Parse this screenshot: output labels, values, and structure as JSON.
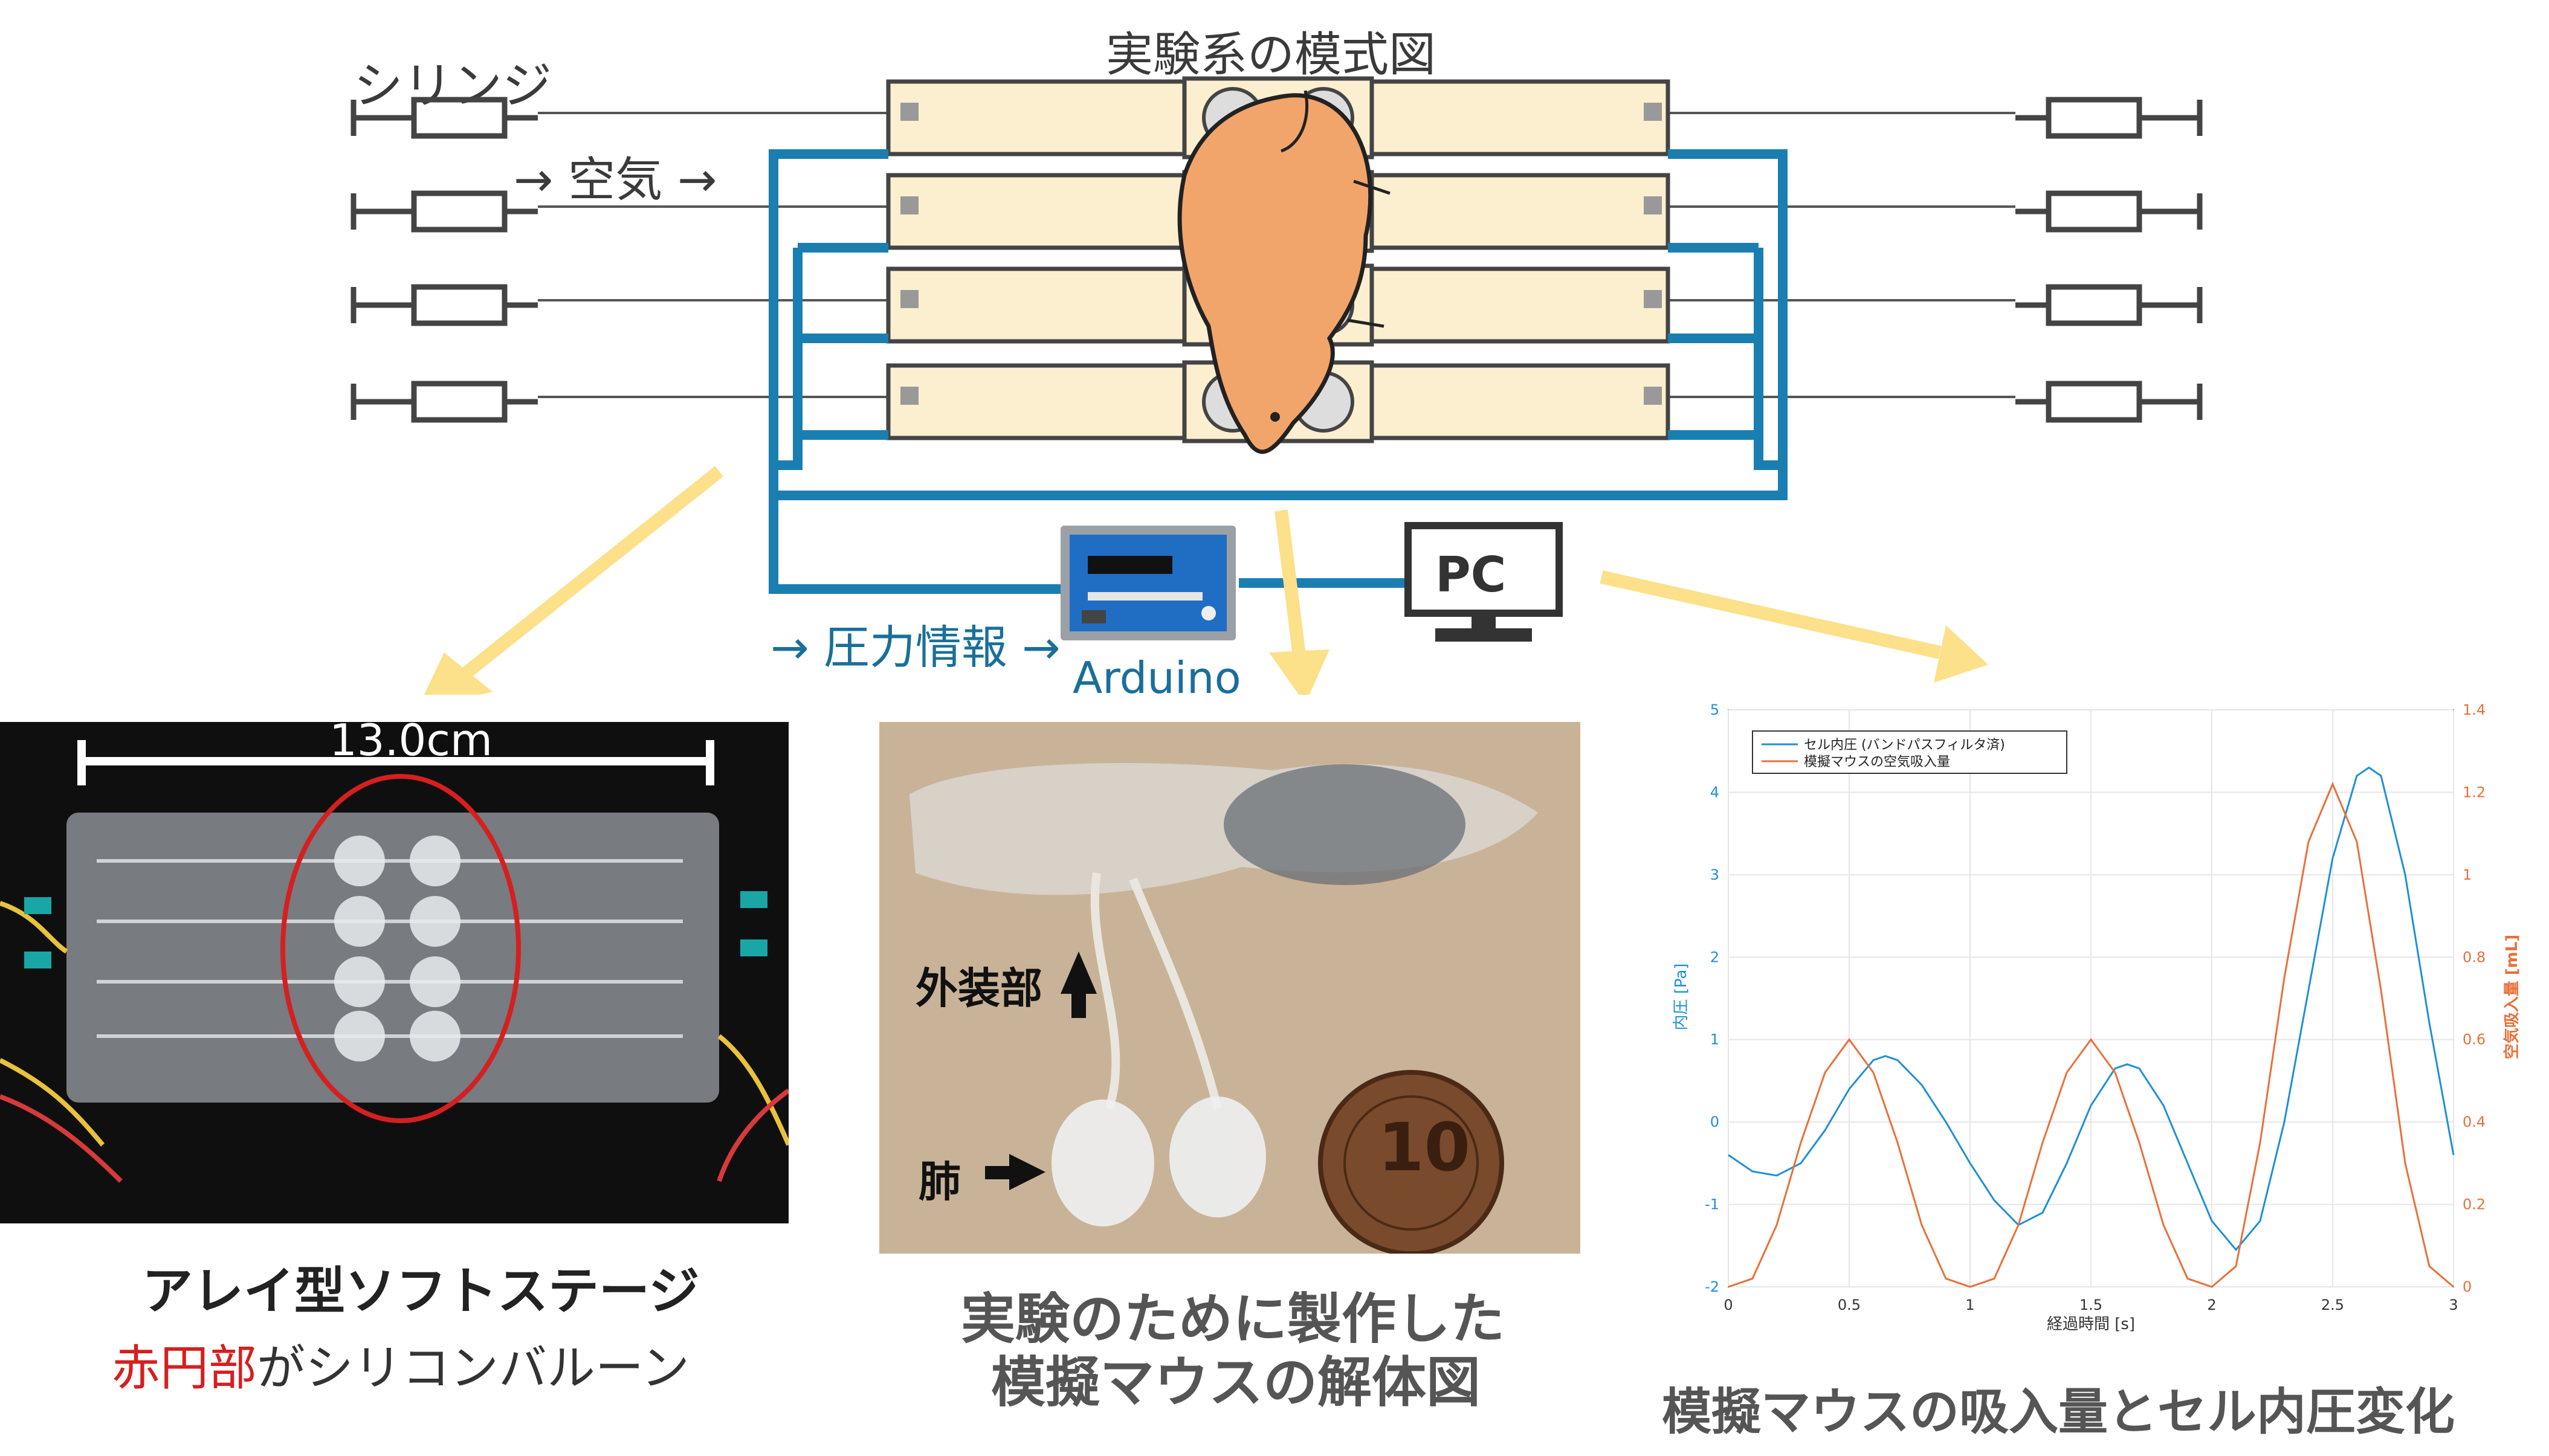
{
  "diagram": {
    "title": "実験系の模式図",
    "syringe_label": "シリンジ",
    "air_label": "→ 空気 →",
    "pressure_label": "→ 圧力情報 →",
    "arduino_label": "Arduino",
    "pc_label": "PC"
  },
  "panel_left": {
    "measure_label": "13.0cm",
    "caption": "アレイ型ソフトステージ",
    "subcaption_red": "赤円部",
    "subcaption_rest": "がシリコンバルーン"
  },
  "panel_middle": {
    "outer_label": "外装部",
    "lung_label": "肺",
    "coin_text": "10",
    "caption_line1": "実験のために製作した",
    "caption_line2": "模擬マウスの解体図"
  },
  "panel_right": {
    "caption": "模擬マウスの吸入量とセル内圧変化"
  },
  "colors": {
    "pipe": "#1a7fb0",
    "arrow": "#fce08a",
    "block": "#fbefd0",
    "red_circle": "#d61f1f",
    "series_blue": "#1f8fd6",
    "series_orange": "#e8703a"
  },
  "chart_data": {
    "type": "line",
    "xlabel": "経過時間 [s]",
    "ylabel": "内圧 [Pa]",
    "y2label": "空気吸入量 [mL]",
    "xlim": [
      0,
      3
    ],
    "ylim": [
      -2,
      5
    ],
    "y2lim": [
      0,
      1.4
    ],
    "xticks": [
      "0",
      "0.5",
      "1",
      "1.5",
      "2",
      "2.5",
      "3"
    ],
    "yticks": [
      "-2",
      "-1",
      "0",
      "1",
      "2",
      "3",
      "4",
      "5"
    ],
    "y2ticks": [
      "0",
      "0.2",
      "0.4",
      "0.6",
      "0.8",
      "1",
      "1.2",
      "1.4"
    ],
    "grid": true,
    "legend_position": "top-left",
    "series": [
      {
        "name": "セル内圧 (バンドパスフィルタ済)",
        "axis": "left",
        "x": [
          0,
          0.1,
          0.2,
          0.3,
          0.4,
          0.5,
          0.6,
          0.65,
          0.7,
          0.8,
          0.9,
          1.0,
          1.1,
          1.2,
          1.3,
          1.4,
          1.5,
          1.6,
          1.65,
          1.7,
          1.8,
          1.9,
          2.0,
          2.1,
          2.2,
          2.3,
          2.4,
          2.5,
          2.6,
          2.65,
          2.7,
          2.8,
          2.9,
          3.0
        ],
        "y": [
          -0.4,
          -0.6,
          -0.65,
          -0.5,
          -0.1,
          0.4,
          0.75,
          0.8,
          0.75,
          0.45,
          0.0,
          -0.5,
          -0.95,
          -1.25,
          -1.1,
          -0.5,
          0.2,
          0.65,
          0.7,
          0.65,
          0.2,
          -0.5,
          -1.2,
          -1.55,
          -1.2,
          0.0,
          1.6,
          3.2,
          4.2,
          4.3,
          4.2,
          3.0,
          1.2,
          -0.4
        ]
      },
      {
        "name": "模擬マウスの空気吸入量",
        "axis": "right",
        "x": [
          0,
          0.1,
          0.2,
          0.3,
          0.4,
          0.5,
          0.6,
          0.7,
          0.8,
          0.9,
          1.0,
          1.1,
          1.2,
          1.3,
          1.4,
          1.5,
          1.6,
          1.7,
          1.8,
          1.9,
          2.0,
          2.1,
          2.2,
          2.3,
          2.4,
          2.5,
          2.6,
          2.7,
          2.8,
          2.9,
          3.0
        ],
        "y": [
          0.0,
          0.02,
          0.15,
          0.35,
          0.52,
          0.6,
          0.52,
          0.35,
          0.15,
          0.02,
          0.0,
          0.02,
          0.15,
          0.35,
          0.52,
          0.6,
          0.52,
          0.35,
          0.15,
          0.02,
          0.0,
          0.05,
          0.35,
          0.75,
          1.08,
          1.22,
          1.08,
          0.72,
          0.3,
          0.05,
          0.0
        ]
      }
    ]
  }
}
